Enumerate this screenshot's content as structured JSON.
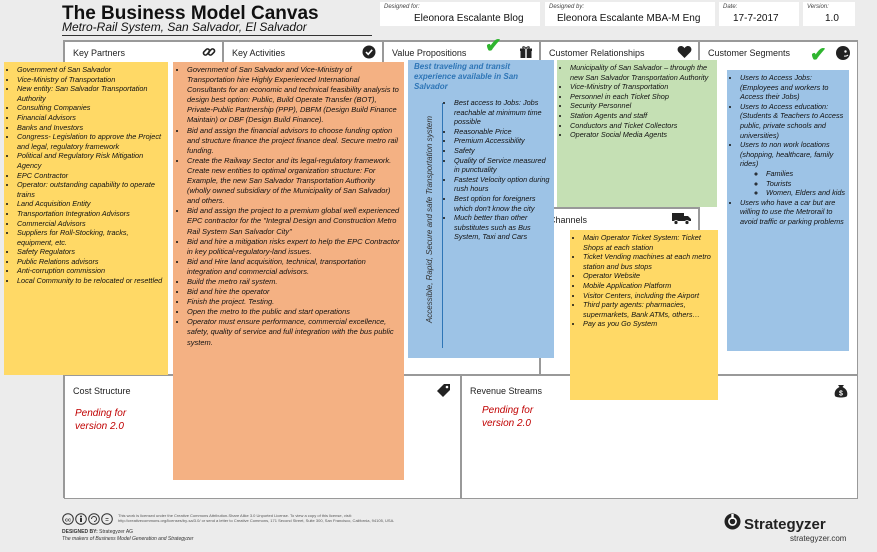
{
  "title": "The Business Model Canvas",
  "subtitle": "Metro-Rail System,  San Salvador, El Salvador",
  "meta": {
    "designed_for_label": "Designed for:",
    "designed_for": "Eleonora Escalante Blog",
    "designed_by_label": "Designed by:",
    "designed_by": "Eleonora Escalante MBA-M Eng",
    "date_label": "Date:",
    "date": "17-7-2017",
    "version_label": "Version:",
    "version": "1.0"
  },
  "sections": {
    "key_partners": "Key Partners",
    "key_activities": "Key Activities",
    "value_propositions": "Value Propositions",
    "customer_relationships": "Customer Relationships",
    "customer_segments": "Customer Segments",
    "channels": "Channels",
    "cost_structure": "Cost Structure",
    "revenue_streams": "Revenue Streams"
  },
  "key_partners_items": [
    "Government of San Salvador",
    "Vice-Ministry of Transportation",
    "New entity: San Salvador Transportation Authority",
    "Consulting Companies",
    "Financial Advisors",
    "Banks and Investors",
    "Congress- Legislation to approve the Project and legal, regulatory framework",
    "Political and Regulatory Risk Mitigation Agency",
    "EPC Contractor",
    "Operator: outstanding capability to operate trains",
    "Land Acquisition Entity",
    "Transportation Integration Advisors",
    "Commercial Advisors",
    "Suppliers for Roll-Stocking, tracks, equipment, etc.",
    "Safety Regulators",
    "Public Relations advisors",
    "Anti-corruption commission",
    "Local Community to be relocated or resettled"
  ],
  "key_activities_items": [
    "Government of San Salvador and Vice-Ministry of Transportation hire Highly Experienced International Consultants for an economic and technical feasibility analysis to design best option: Public, Build Operate Transfer (BOT), Private-Public Partnership (PPP), DBFM (Design Build Finance Maintain) or DBF (Design Build Finance).",
    "Bid and assign the financial advisors to choose funding option and structure finance the project finance deal. Secure metro rail funding.",
    "Create the Railway Sector and its legal-regulatory framework.  Create new entities to optimal organization structure: For Example, the new San Salvador Transportation Authority (wholly owned subsidiary of the Municipality of San Salvador) and others.",
    "Bid and assign the project to a premium global well experienced EPC contractor for the \"Integral Design and Construction Metro Rail System San Salvador City\"",
    "Bid and hire a mitigation risks expert to help the EPC Contractor in key political-regulatory-land issues.",
    "Bid and Hire land acquisition, technical, transportation integration and commercial advisors.",
    "Build the metro rail system.",
    "Bid and hire the operator",
    "Finish the project. Testing.",
    "Open the metro to the public and start operations",
    "Operator must ensure performance, commercial excellence, safety, quality of service and full integration with the bus public system."
  ],
  "value_prop": {
    "headline": "Best traveling and transit experience available in San Salvador",
    "vertical": "Accessible, Rapid, Secure and safe Transportation system",
    "items": [
      "Best access to Jobs: Jobs reachable at minimum time possible",
      "Reasonable Price",
      "Premium Accessibility",
      "Safety",
      "Quality of Service measured in punctuality",
      "Fastest Velocity option during rush hours",
      "Best option for foreigners which don't know the city",
      "Much better than other substitutes such as  Bus System, Taxi and Cars"
    ]
  },
  "customer_relationships_items": [
    "Municipality of San Salvador – through the new San Salvador Transportation Authority",
    "Vice-Ministry of Transportation",
    "Personnel in each Ticket Shop",
    "Security Personnel",
    "Station Agents and staff",
    "Conductors and Ticket Collectors",
    "Operator Social Media Agents"
  ],
  "channels_items": [
    "Main Operator Ticket System: Ticket Shops at each station",
    "Ticket Vending machines at each metro station and bus stops",
    "Operator Website",
    "Mobile Application Platform",
    "Visitor Centers, including the Airport",
    "Third party agents: pharmacies, supermarkets, Bank ATMs, others…",
    "Pay as you Go System"
  ],
  "customer_segments_items": [
    "Users to Access Jobs: (Employees and workers to Access their Jobs)",
    "Users to Access education: (Students & Teachers to Access public, private schools and universities)",
    "Users to non work locations (shopping, healthcare, family rides)"
  ],
  "customer_segments_sub": [
    "Families",
    "Tourists",
    "Women, Elders and kids"
  ],
  "customer_segments_last": "Users who have a car but are willing to use the Metrorail to avoid traffic or parking problems",
  "cost_pending": "Pending for version 2.0",
  "revenue_pending": "Pending for version 2.0",
  "footer": {
    "license": "This work is licensed under the Creative Commons Attribution-Share Alike 3.0 Unported License. To view a copy of this license, visit: http://creativecommons.org/licenses/by-sa/3.0/ or send a letter to Creative Commons, 171 Second Street, Suite 300, San Francisco, California, 94105, USA.",
    "designed_by_label": "DESIGNED BY:",
    "designed_by": "Strategyzer AG",
    "tagline": "The makers of Business Model Generation and Strategyzer",
    "logo": "Strategyzer",
    "url": "strategyzer.com"
  },
  "icons": {
    "key_partners": "link-icon",
    "key_activities": "check-circle-icon",
    "value_propositions": "gift-icon",
    "customer_relationships": "heart-icon",
    "customer_segments": "person-icon",
    "channels": "truck-icon",
    "cost_structure": "tag-icon",
    "revenue_streams": "money-bag-icon"
  },
  "colors": {
    "yellow": "#ffd966",
    "orange": "#f4b183",
    "blue": "#9dc3e6",
    "green": "#c5e0b4",
    "check": "#2fb52f",
    "pending": "#c00000"
  }
}
